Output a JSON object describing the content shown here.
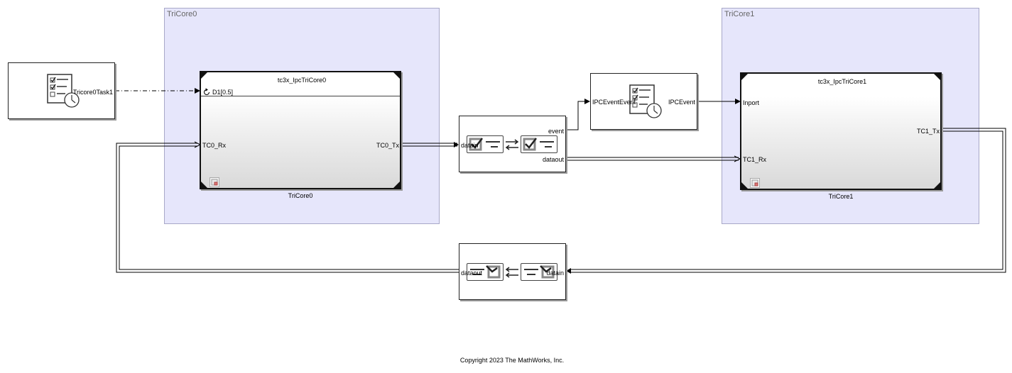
{
  "areas": {
    "tricore0": {
      "label": "TriCore0"
    },
    "tricore1": {
      "label": "TriCore1"
    }
  },
  "task_block": {
    "port_label": "Tricore0Task1",
    "icon": "task-clock-icon"
  },
  "ipc_event_block": {
    "in_label": "IPCEventEvent",
    "out_label": "IPCEvent",
    "icon": "task-clock-icon"
  },
  "subsystem0": {
    "title": "tc3x_IpcTriCore0",
    "caption": "TriCore0",
    "trigger_port": "D1[0.5]",
    "in_port": "TC0_Rx",
    "out_port": "TC0_Tx",
    "icon": "model-reference-icon"
  },
  "subsystem1": {
    "title": "tc3x_IpcTriCore1",
    "caption": "TriCore1",
    "event_port": "Inport",
    "in_port": "TC1_Rx",
    "out_port": "TC1_Tx",
    "icon": "model-reference-icon"
  },
  "send_block": {
    "in_port": "datain",
    "event_port": "event",
    "out_port": "dataout"
  },
  "receive_block": {
    "in_port": "datain",
    "out_port": "dataout"
  },
  "footer": {
    "copyright": "Copyright 2023 The MathWorks, Inc."
  }
}
